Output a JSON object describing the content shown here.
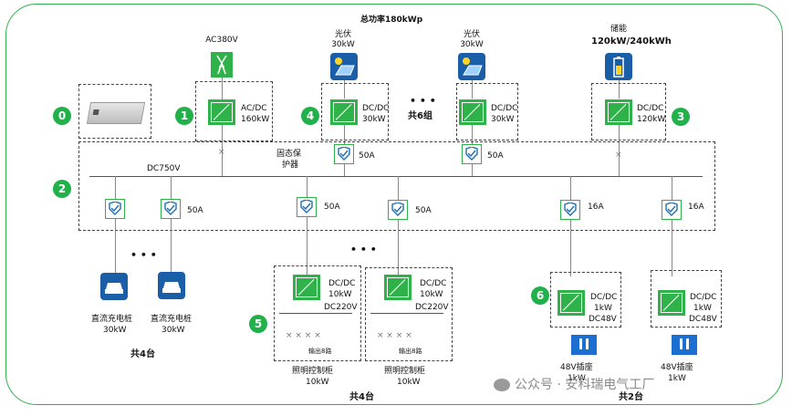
{
  "title": "总功率180kWp",
  "sources": {
    "ac": {
      "label": "AC380V",
      "conv_line1": "AC/DC",
      "conv_line2": "160kW"
    },
    "pv1": {
      "label1": "光伏",
      "label2": "30kW",
      "conv_line1": "DC/DC",
      "conv_line2": "30kW"
    },
    "pv2": {
      "label1": "光伏",
      "label2": "30kW",
      "conv_line1": "DC/DC",
      "conv_line2": "30kW"
    },
    "pv_group": "共6组",
    "storage": {
      "label1": "储能",
      "label2": "120kW/240kWh",
      "conv_line1": "DC/DC",
      "conv_line2": "120kW"
    }
  },
  "bus": {
    "voltage": "DC750V",
    "breaker_label1": "固态保",
    "breaker_label2": "护器",
    "pv_breaker1": "50A",
    "pv_breaker2": "50A"
  },
  "feeders": {
    "a1": "50A",
    "a2": "50A",
    "a3": "50A",
    "a4": "16A",
    "a5": "16A"
  },
  "chargers": {
    "label1": "直流充电桩",
    "label2": "30kW",
    "group": "共4台"
  },
  "lighting": {
    "conv_line1": "DC/DC",
    "conv_line2": "10kW",
    "bus": "DC220V",
    "outputs": "输出8路",
    "label1": "照明控制柜",
    "label2": "10kW",
    "group": "共4台"
  },
  "low_voltage": {
    "conv_line1": "DC/DC",
    "conv_line2": "1kW",
    "conv_line3": "DC48V",
    "socket1": "48V插座",
    "socket2": "1kW",
    "group": "共2台"
  },
  "numbers": [
    "0",
    "1",
    "2",
    "3",
    "4",
    "5",
    "6"
  ],
  "ellipsis": "• • •",
  "watermark": "公众号 · 安科瑞电气工厂"
}
